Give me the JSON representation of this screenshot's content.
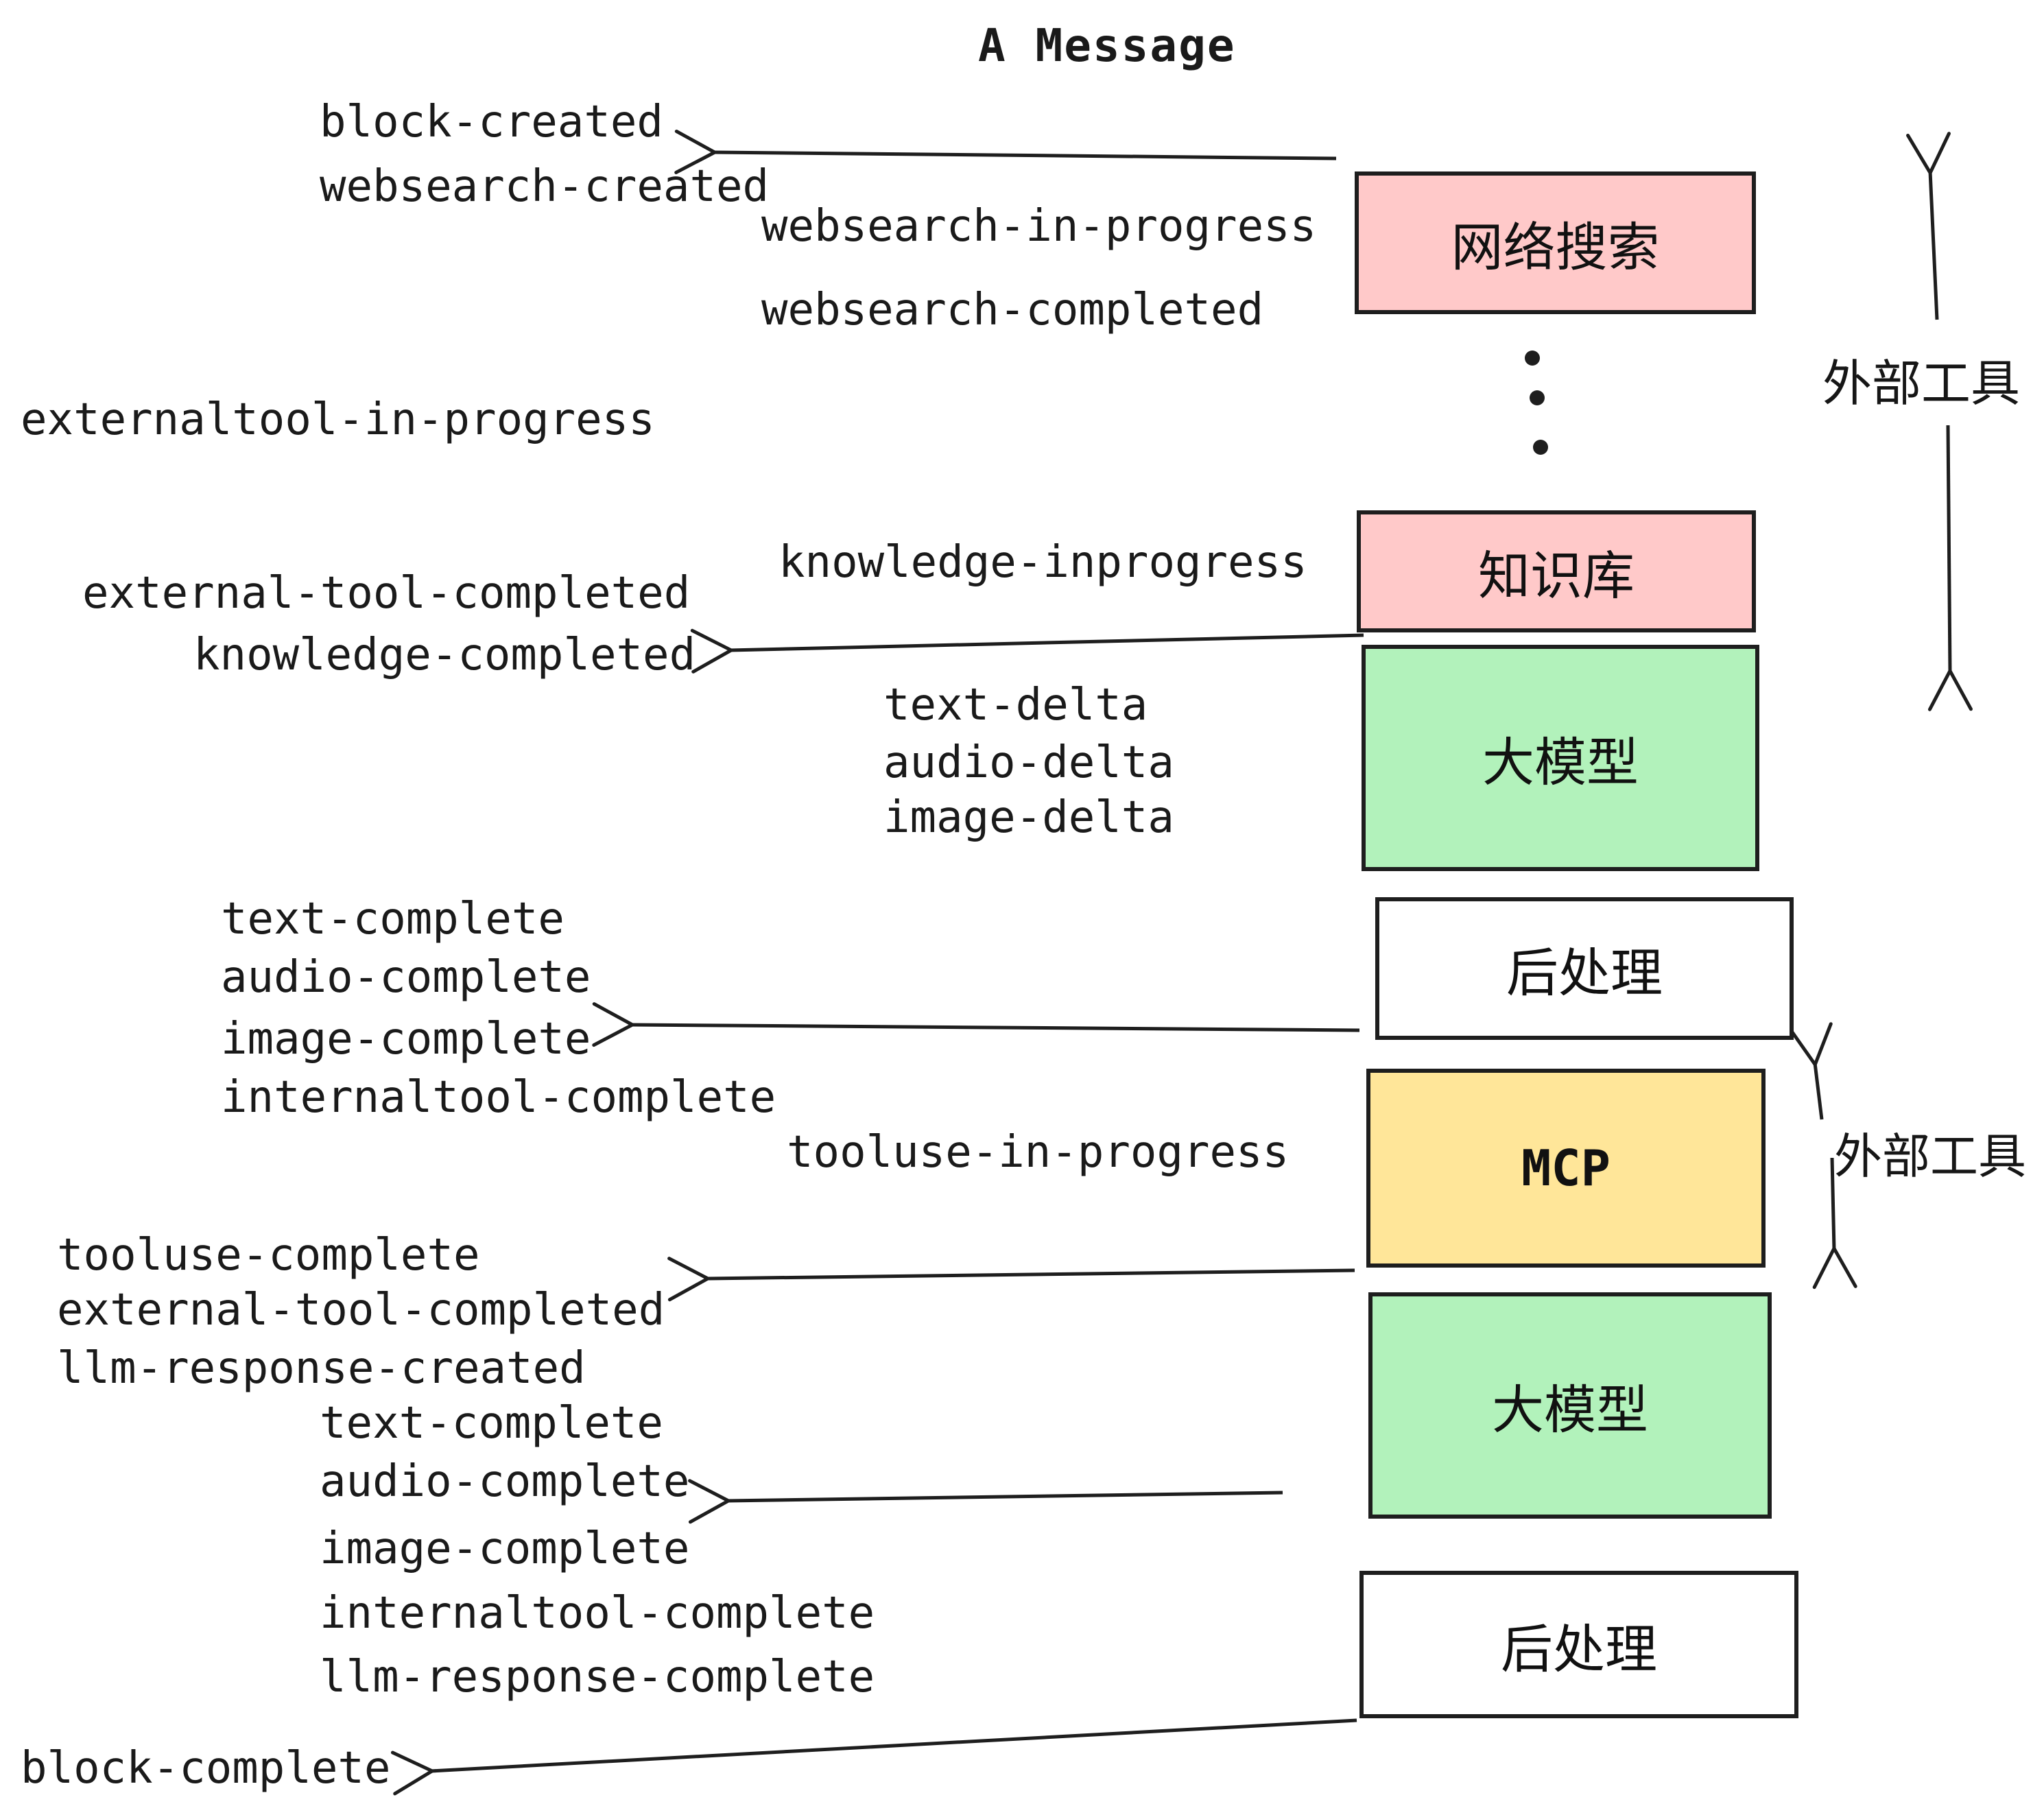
{
  "title": "A Message",
  "events": [
    "block-created",
    "websearch-created",
    "websearch-in-progress",
    "websearch-completed",
    "externaltool-in-progress",
    "knowledge-inprogress",
    "external-tool-completed",
    "knowledge-completed",
    "text-delta",
    "audio-delta",
    "image-delta",
    "text-complete",
    "audio-complete",
    "image-complete",
    "internaltool-complete",
    "tooluse-in-progress",
    "tooluse-complete",
    "external-tool-completed",
    "llm-response-created",
    "text-complete",
    "audio-complete",
    "image-complete",
    "internaltool-complete",
    "llm-response-complete",
    "block-complete"
  ],
  "boxes": [
    "网络搜索",
    "知识库",
    "大模型",
    "后处理",
    "MCP",
    "大模型",
    "后处理"
  ],
  "side_labels": [
    "外部工具",
    "外部工具"
  ],
  "colors": {
    "box_pink": "#ffc9c9",
    "box_green": "#b2f2bb",
    "box_yellow": "#ffe699",
    "box_white": "#ffffff",
    "stroke": "#1e1e1e",
    "text": "#1a1a1a"
  }
}
